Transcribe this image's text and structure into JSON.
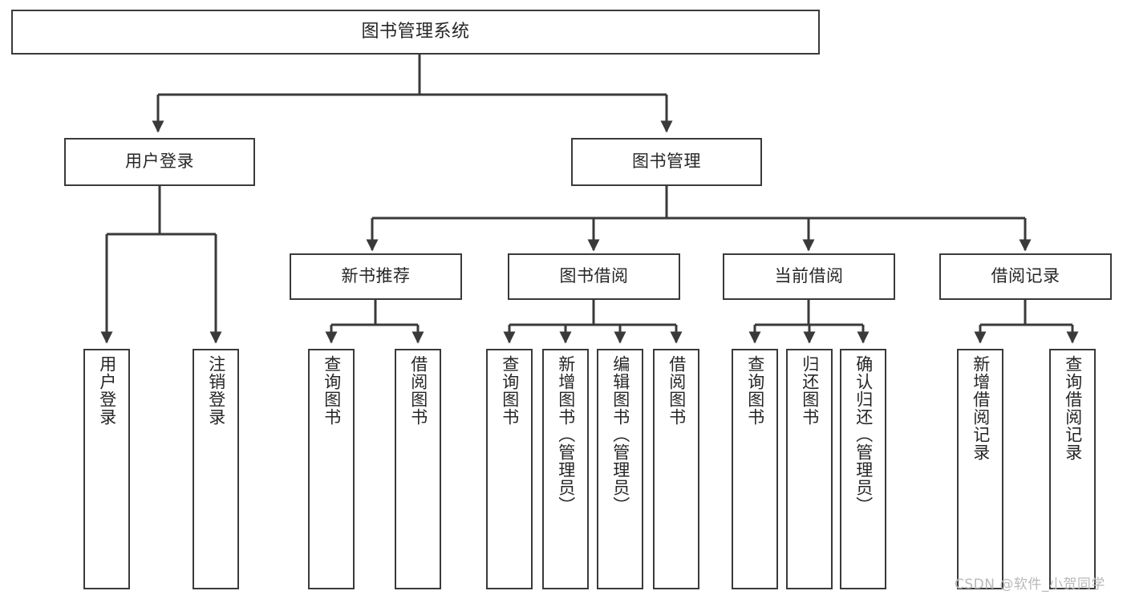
{
  "diagram": {
    "kind": "function-structure-tree",
    "title": "图书管理系统",
    "watermark": "CSDN @软件_小贺同学",
    "colors": {
      "stroke": "#3a3a3a",
      "text": "#262626",
      "background": "#ffffff",
      "watermark": "#b9b9b9"
    },
    "root": {
      "label": "图书管理系统"
    },
    "level1": [
      {
        "label": "用户登录"
      },
      {
        "label": "图书管理"
      }
    ],
    "level2": [
      {
        "label": "新书推荐"
      },
      {
        "label": "图书借阅"
      },
      {
        "label": "当前借阅"
      },
      {
        "label": "借阅记录"
      }
    ],
    "leaves": {
      "user_login": [
        {
          "label": "用户登录"
        },
        {
          "label": "注销登录"
        }
      ],
      "new_book": [
        {
          "label": "查询图书"
        },
        {
          "label": "借阅图书"
        }
      ],
      "borrow": [
        {
          "label": "查询图书"
        },
        {
          "label": "新增图书（管理员）"
        },
        {
          "label": "编辑图书（管理员）"
        },
        {
          "label": "借阅图书"
        }
      ],
      "current": [
        {
          "label": "查询图书"
        },
        {
          "label": "归还图书"
        },
        {
          "label": "确认归还（管理员）"
        }
      ],
      "records": [
        {
          "label": "新增借阅记录"
        },
        {
          "label": "查询借阅记录"
        }
      ]
    }
  }
}
